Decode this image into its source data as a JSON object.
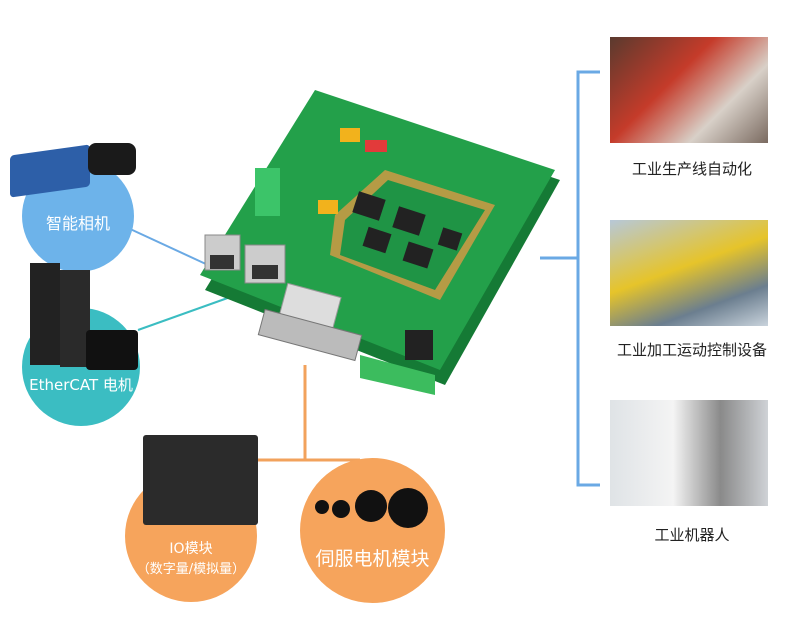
{
  "devices": {
    "camera": {
      "label": "智能相机",
      "color": "#6db3ea"
    },
    "ethercat": {
      "label": "EtherCAT 电机",
      "color": "#3bbdc2"
    },
    "io": {
      "label": "IO模块",
      "sublabel": "（数字量/模拟量）",
      "color": "#f6a45c"
    },
    "servo": {
      "label": "伺服电机模块",
      "color": "#f6a45c"
    }
  },
  "applications": [
    {
      "label": "工业生产线自动化"
    },
    {
      "label": "工业加工运动控制设备"
    },
    {
      "label": "工业机器人"
    }
  ],
  "colors": {
    "bracket": "#6aa9e4",
    "orange_line": "#f2a25c",
    "pcb": "#1f9a45"
  }
}
